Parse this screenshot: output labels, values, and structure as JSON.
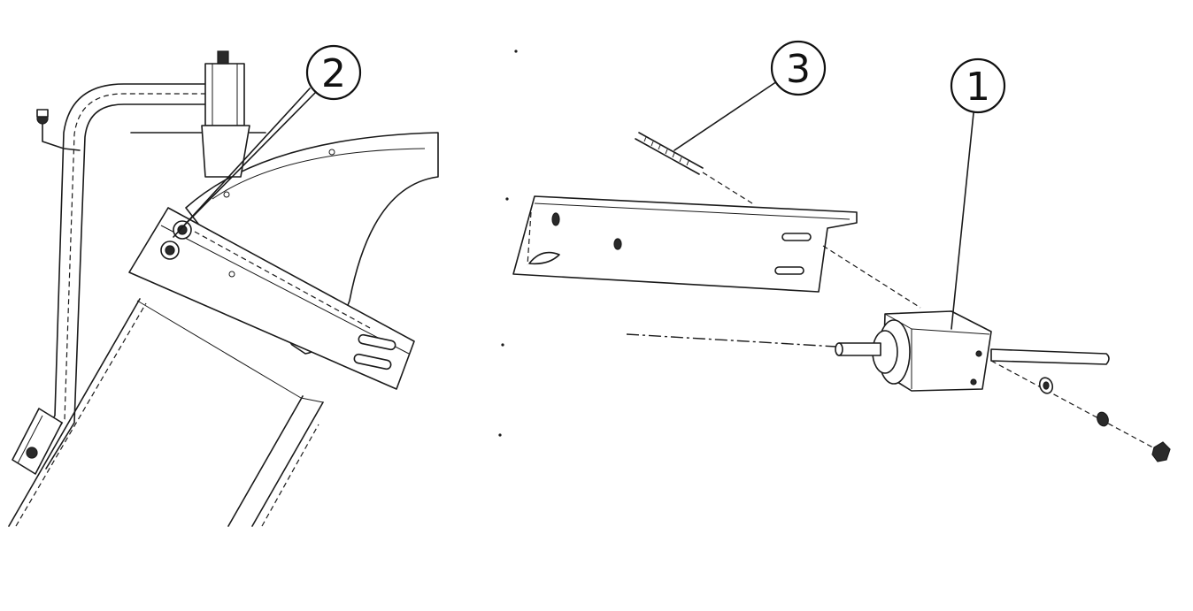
{
  "callouts": [
    {
      "id": "callout-1",
      "label": "1"
    },
    {
      "id": "callout-2",
      "label": "2"
    },
    {
      "id": "callout-3",
      "label": "3"
    }
  ],
  "colors": {
    "ink": "#1a1a1a",
    "background": "#ffffff"
  }
}
